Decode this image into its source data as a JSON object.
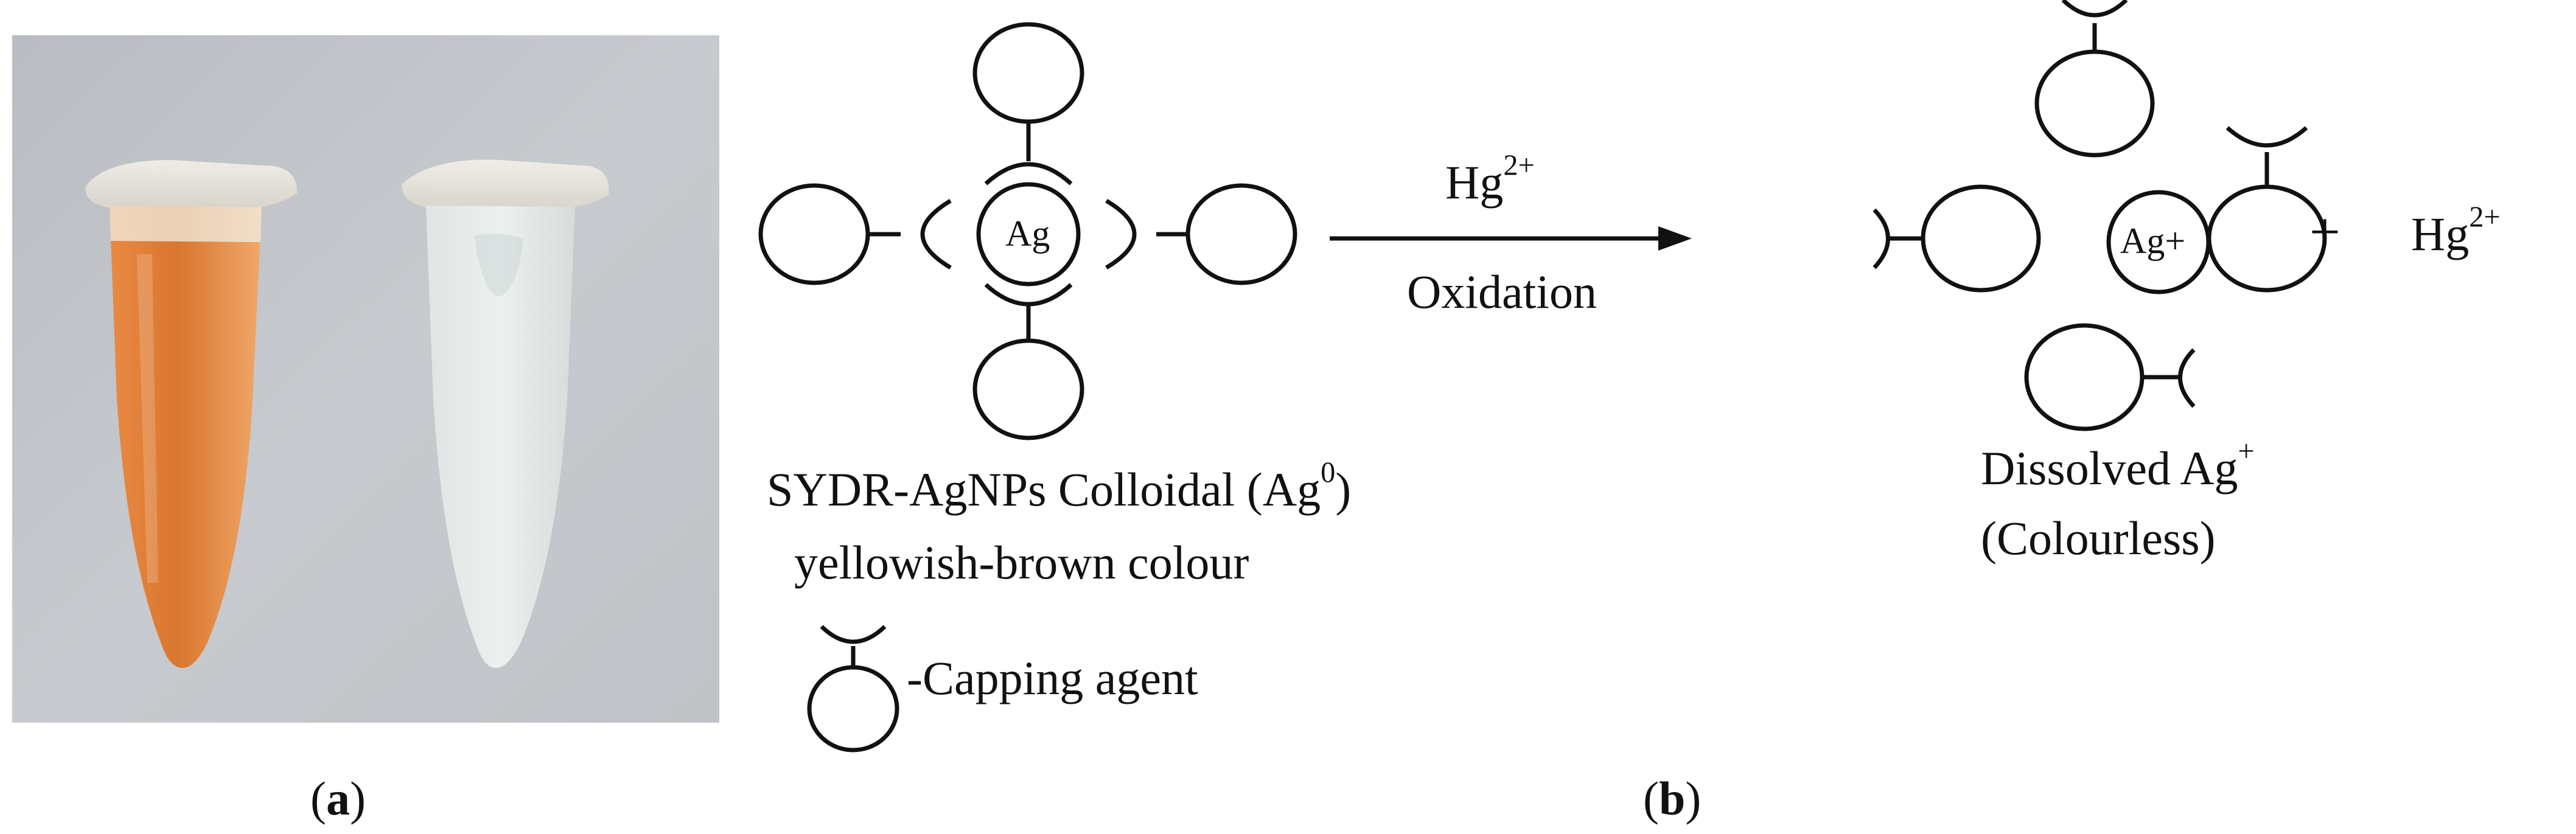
{
  "panel_a": {
    "caption_open": "(",
    "caption_letter": "a",
    "caption_close": ")"
  },
  "panel_b": {
    "caption_open": "(",
    "caption_letter": "b",
    "caption_close": ")",
    "reactant_center": "Ag",
    "arrow_top_base": "Hg",
    "arrow_top_sup": "2+",
    "arrow_bottom": "Oxidation",
    "reactant_line1_base": "SYDR-AgNPs Colloidal (Ag",
    "reactant_line1_sup": "0",
    "reactant_line1_end": ")",
    "reactant_line2": "yellowish-brown colour",
    "legend_label": "-Capping agent",
    "product_center": "Ag+",
    "plus_sign": "+",
    "product_ion_base": "Hg",
    "product_ion_sup": "2+",
    "product_line1_base": "Dissolved Ag",
    "product_line1_sup": "+",
    "product_line2": "(Colourless)"
  }
}
